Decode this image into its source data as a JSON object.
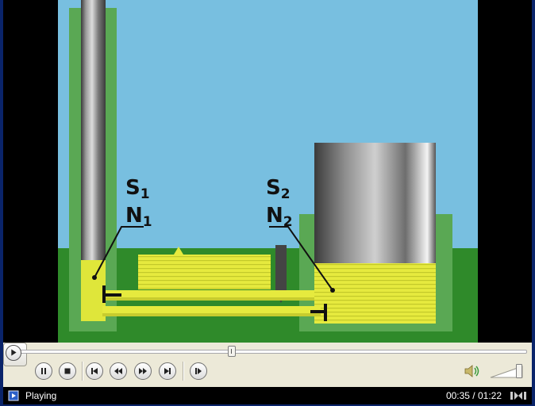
{
  "video": {
    "labels": {
      "s1": "S",
      "s1_sub": "1",
      "n1": "N",
      "n1_sub": "1",
      "s2": "S",
      "s2_sub": "2",
      "n2": "N",
      "n2_sub": "2"
    },
    "colors": {
      "sky": "#78bfe0",
      "ground": "#2f8a2a",
      "vessel": "#5bb35a",
      "liquid": "#dfe63a",
      "piston": "#8f8f8f"
    }
  },
  "controls": {
    "seek_progress": 0.43,
    "volume_level": 0.9,
    "buttons": [
      "play-icon",
      "pause-icon",
      "stop-icon",
      "previous-icon",
      "rewind-icon",
      "fast-forward-icon",
      "next-icon",
      "frame-step-icon"
    ]
  },
  "status": {
    "state": "Playing",
    "time": "00:35 / 01:22"
  }
}
